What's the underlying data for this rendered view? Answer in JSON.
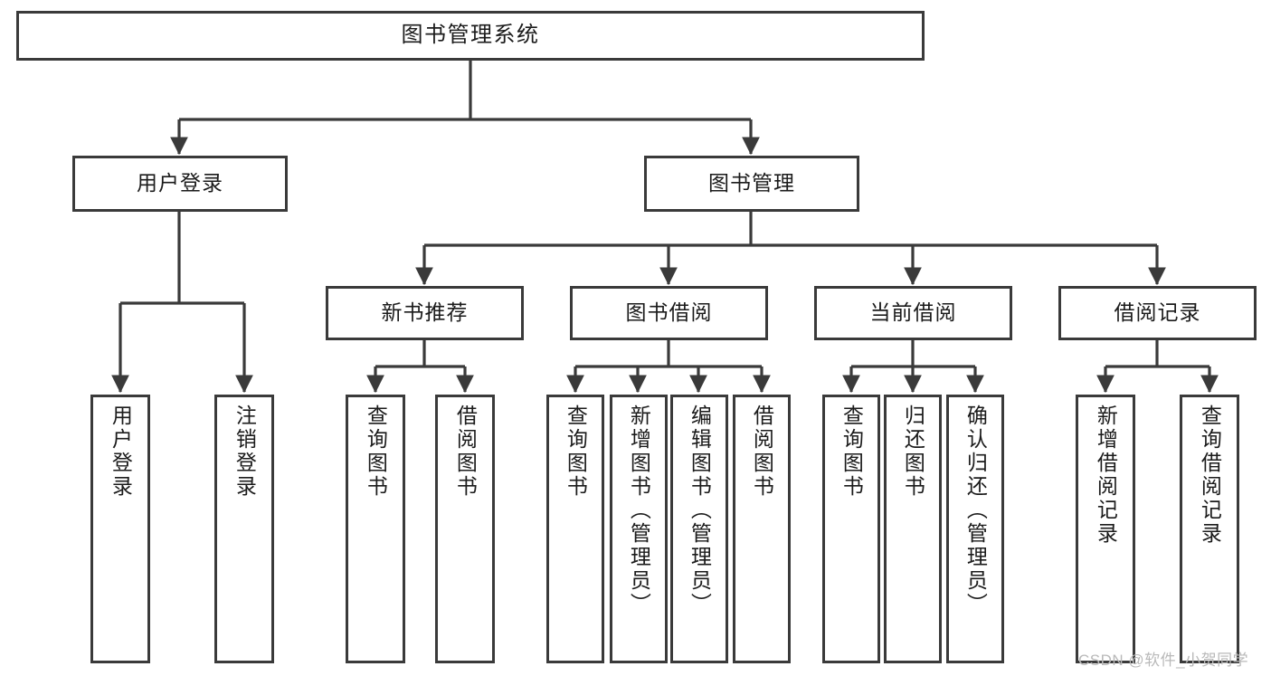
{
  "diagram": {
    "title": "图书管理系统",
    "type": "tree-hierarchy",
    "background_color": "#ffffff",
    "line_color": "#3a3a3a",
    "box_fill": "#ffffff",
    "text_color": "#1b1b1b"
  },
  "root": {
    "label": "图书管理系统"
  },
  "level2": [
    {
      "label": "用户登录"
    },
    {
      "label": "图书管理"
    }
  ],
  "level3": [
    {
      "label": "新书推荐"
    },
    {
      "label": "图书借阅"
    },
    {
      "label": "当前借阅"
    },
    {
      "label": "借阅记录"
    }
  ],
  "leaves": {
    "user_login": [
      {
        "label": "用户登录"
      },
      {
        "label": "注销登录"
      }
    ],
    "new_book_recommend": [
      {
        "label": "查询图书"
      },
      {
        "label": "借阅图书"
      }
    ],
    "book_borrow": [
      {
        "label": "查询图书"
      },
      {
        "label": "新增图书（管理员）"
      },
      {
        "label": "编辑图书（管理员）"
      },
      {
        "label": "借阅图书"
      }
    ],
    "current_borrow": [
      {
        "label": "查询图书"
      },
      {
        "label": "归还图书"
      },
      {
        "label": "确认归还（管理员）"
      }
    ],
    "borrow_record": [
      {
        "label": "新增借阅记录"
      },
      {
        "label": "查询借阅记录"
      }
    ]
  },
  "watermark": {
    "text": "CSDN @软件_小贺同学"
  }
}
